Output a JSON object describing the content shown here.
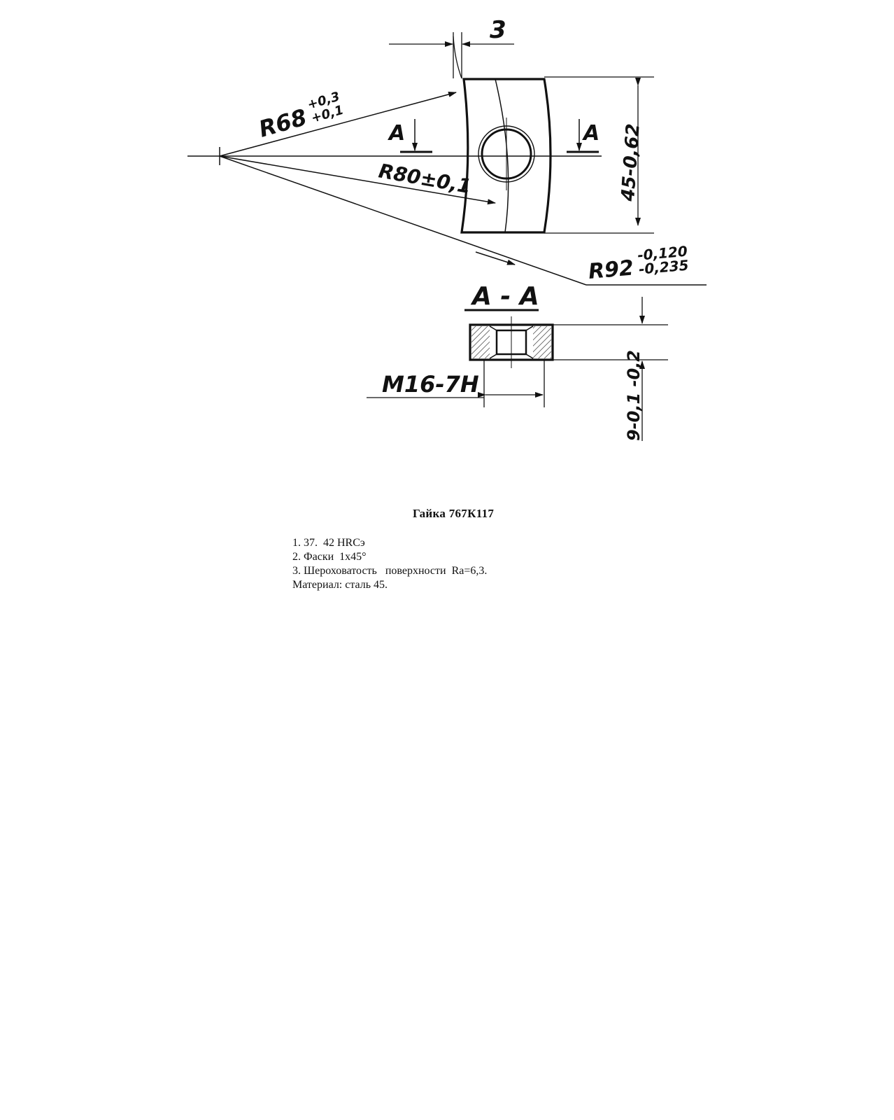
{
  "drawing": {
    "dim_slot_width": "3",
    "section_mark": "A",
    "r68": {
      "base": "R68",
      "upper": "+0,3",
      "lower": "+0,1"
    },
    "r80": "R80±0,1",
    "r92": {
      "base": "R92",
      "upper": "-0,120",
      "lower": "-0,235"
    },
    "height_dim": "45-0,62",
    "section_title": "А - А",
    "thread": "М16-7Н",
    "thickness_dim": "9-0,1 -0,2"
  },
  "caption": {
    "title": "Гайка  767К117"
  },
  "notes": {
    "items": [
      "1. 37.  42 HRCэ",
      "2. Фаски  1x45°",
      "3. Шероховатость   поверхности  Ra=6,3.",
      "Материал: сталь 45."
    ]
  }
}
